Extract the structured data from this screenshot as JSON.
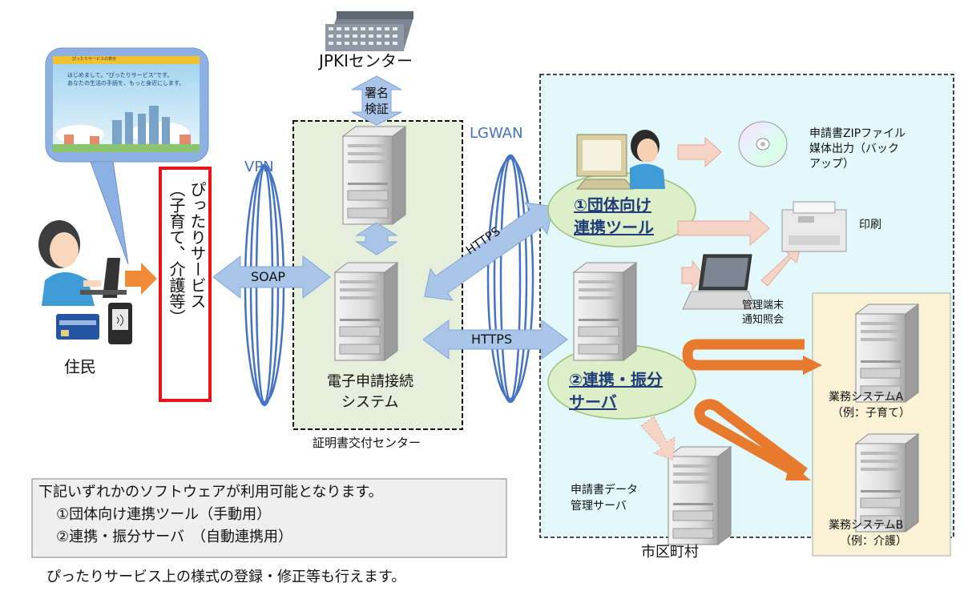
{
  "labels": {
    "jpki_center": "JPKIセンター",
    "signature_verify": [
      "署名",
      "検証"
    ],
    "vpn": "VPN",
    "lgwan": "LGWAN",
    "soap": "SOAP",
    "https_upper": "HTTPS",
    "https_lower": "HTTPS",
    "resident": "住民",
    "pittari_service": [
      "ぴったりサービス",
      "（子育て、介護等）"
    ],
    "connection_system": [
      "電子申請接続",
      "システム"
    ],
    "cert_center": "証明書交付センター",
    "group_tool": [
      "①団体向け",
      "連携ツール"
    ],
    "relay_server": [
      "②連携・振分",
      "サーバ"
    ],
    "zip_output": [
      "申請書ZIPファイル",
      "媒体出力（バック",
      "アップ）"
    ],
    "print": "印刷",
    "admin_terminal": [
      "管理端末",
      "通知照会"
    ],
    "data_server": [
      "申請書データ",
      "管理サーバ"
    ],
    "municipality": "市区町村",
    "business_a": [
      "業務システムA",
      "（例：子育て）"
    ],
    "business_b": [
      "業務システムB",
      "（例：介護）"
    ]
  },
  "phone_screen": {
    "header": "ぴったりサービスの表示",
    "line1": "はじめまして。\"ぴったりサービス\"です。",
    "line2": "あなたの生活の手続を、もっと身近にします。"
  },
  "note": {
    "line1": "下記いずれかのソフトウェアが利用可能となります。",
    "line2": "①団体向け連携ツール（手動用）",
    "line3": "②連携・振分サーバ　（自動連携用）"
  },
  "footer": "ぴったりサービス上の様式の登録・修正等も行えます。",
  "colors": {
    "municipality_bg": "#e2f8fb",
    "cert_center_bg": "#e6eedc",
    "business_bg": "#fbf2d5",
    "ellipse_fill": "#dcefc9",
    "blue_arrow": "#a9c6e8",
    "pink_arrow": "#f6d3c7",
    "orange_arrow": "#e87a2e",
    "red_box": "#e8141a",
    "vpn_ring": "#4472c4"
  }
}
